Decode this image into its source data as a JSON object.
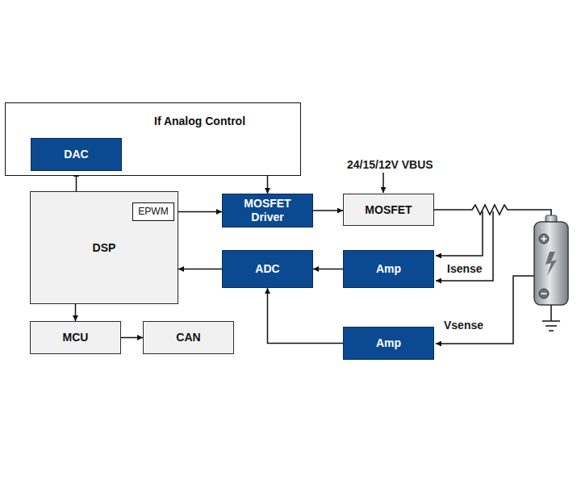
{
  "diagram": {
    "nodes": [
      {
        "text": [
          "If Analog Control"
        ]
      },
      {
        "text": [
          "DAC"
        ],
        "in": 0
      },
      {
        "text": [
          "DSP"
        ]
      },
      {
        "text": [
          "EPWM"
        ],
        "in": 2
      },
      {
        "text": [
          "MOSFET Driver"
        ]
      },
      {
        "text": [
          "MOSFET"
        ]
      },
      {
        "text": [
          "ADC"
        ]
      },
      {
        "text": [
          "Amp"
        ]
      },
      {
        "text": [
          "MCU"
        ]
      },
      {
        "text": [
          "CAN"
        ]
      },
      {
        "text": [
          "Amp"
        ]
      }
    ],
    "edges": [
      {
        "from": 2,
        "to": 1,
        "arrow": "to"
      },
      {
        "from": 1,
        "to": 4,
        "arrow": "to"
      },
      {
        "from": 3,
        "to": 4,
        "arrow": "to"
      },
      {
        "from": 4,
        "to": 5,
        "arrow": "to"
      },
      {
        "from": 6,
        "to": 2,
        "arrow": "to"
      },
      {
        "from": 7,
        "to": 6,
        "arrow": "to"
      },
      {
        "from": 10,
        "to": 6,
        "arrow": "to"
      },
      {
        "from": 2,
        "to": 8,
        "arrow": "to"
      },
      {
        "from": 8,
        "to": 9,
        "arrow": "to"
      }
    ],
    "labels": [
      "24/15/12V VBUS",
      "Isense",
      "Vsense"
    ]
  }
}
